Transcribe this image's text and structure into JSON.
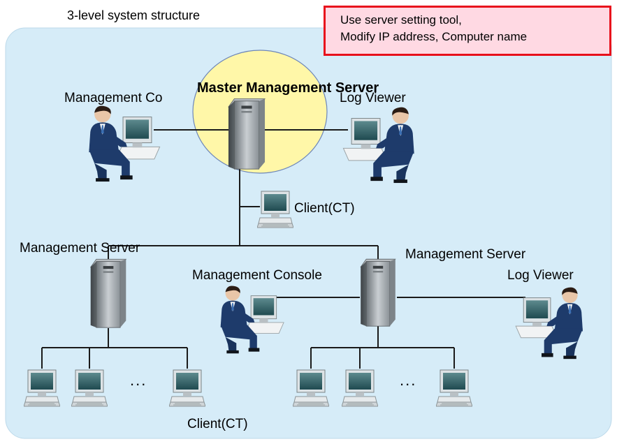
{
  "title": "3-level system structure",
  "note": {
    "line1": "Use server setting tool,",
    "line2": "Modify IP address, Computer name"
  },
  "colors": {
    "panel": "#d6ecf8",
    "highlight": "#fff7a8",
    "note_fill": "#ffd9e3",
    "note_border": "#e8101c"
  },
  "labels": {
    "master_server": "Master Management Server",
    "top_console": "Management Co",
    "top_log_viewer": "Log Viewer",
    "mid_client": "Client(CT)",
    "left_server": "Management Server",
    "right_server": "Management Server",
    "bottom_console": "Management Console",
    "bottom_log_viewer": "Log Viewer",
    "ellipsis_left": "...",
    "ellipsis_right": "...",
    "bottom_clients": "Client(CT)"
  }
}
